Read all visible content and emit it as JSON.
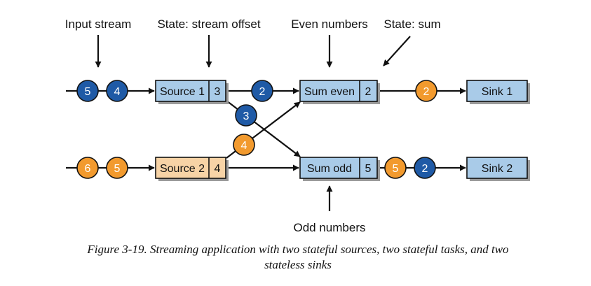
{
  "colors": {
    "blue_token": "#1f5aa6",
    "orange_token": "#f29a2e",
    "box_blue": "#a9cbe8",
    "box_peach": "#f7d3a6",
    "shadow": "#9a9a9a",
    "line": "#111111"
  },
  "labels": {
    "input_stream": "Input stream",
    "state_stream_offset": "State: stream offset",
    "even_numbers": "Even numbers",
    "state_sum": "State: sum",
    "odd_numbers": "Odd numbers"
  },
  "nodes": {
    "source1": {
      "name": "Source 1",
      "state": "3"
    },
    "source2": {
      "name": "Source 2",
      "state": "4"
    },
    "sum_even": {
      "name": "Sum even",
      "state": "2"
    },
    "sum_odd": {
      "name": "Sum odd",
      "state": "5"
    },
    "sink1": {
      "name": "Sink 1"
    },
    "sink2": {
      "name": "Sink 2"
    }
  },
  "tokens": {
    "in1_a": "5",
    "in1_b": "4",
    "in2_a": "6",
    "in2_b": "5",
    "s1_to_even": "2",
    "s1_to_odd": "3",
    "s2_to_even": "4",
    "even_to_sink1": "2",
    "odd_to_sink2_a": "5",
    "odd_to_sink2_b": "2"
  },
  "caption": {
    "line1": "Figure 3-19. Streaming application with two stateful sources, two stateful tasks, and two",
    "line2": "stateless sinks"
  }
}
